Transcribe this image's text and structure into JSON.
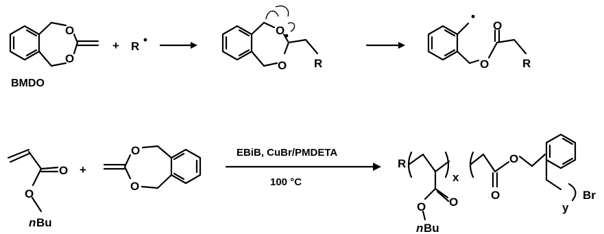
{
  "labels": {
    "bmdo": "BMDO",
    "plus": "+",
    "radical": "R",
    "r_group": "R",
    "oxygen": "O",
    "n_butyl_n": "n",
    "n_butyl_bu": "Bu",
    "x": "x",
    "y": "y",
    "end_br": "Br"
  },
  "conditions": {
    "reagents": "EBiB, CuBr/PMDETA",
    "temperature": "100 °C"
  }
}
